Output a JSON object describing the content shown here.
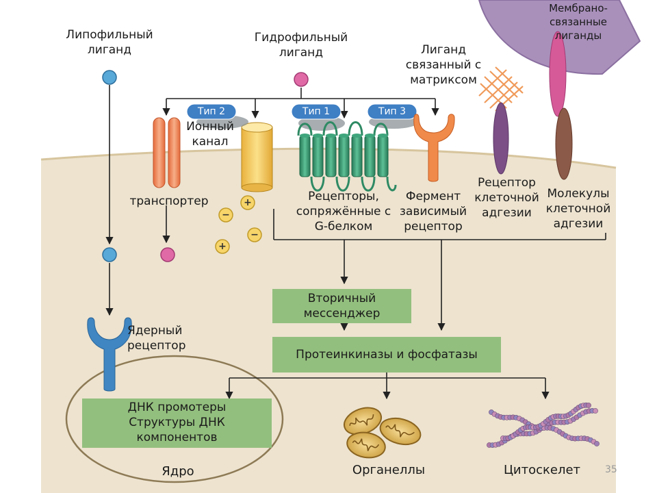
{
  "labels": {
    "lipophilic": "Липофильный\nлиганд",
    "hydrophilic": "Гидрофильный\nлиганд",
    "matrix_ligand": "Лиганд\nсвязанный с\nматриксом",
    "membrane_ligands": "Мембрано-\nсвязанные\nлиганды",
    "ion_channel": "Ионный\nканал",
    "transporter": "транспортер",
    "gpcr": "Рецепторы,\nсопряжённые с\nG-белком",
    "enzyme_receptor": "Фермент\nзависимый\nрецептор",
    "adhesion_receptor": "Рецептор\nклеточной\nадгезии",
    "adhesion_molecules": "Молекулы\nклеточной\nадгезии",
    "nuclear_receptor": "Ядерный\nрецептор",
    "nucleus": "Ядро",
    "organelles": "Органеллы",
    "cytoskeleton": "Цитоскелет"
  },
  "types": {
    "type2": "Тип 2",
    "type1": "Тип 1",
    "type3": "Тип 3"
  },
  "ions": {
    "plus1": "+",
    "minus1": "−",
    "minus2": "−",
    "plus2": "+"
  },
  "boxes": {
    "second_messenger": "Вторичный\nмессенджер",
    "kinases": "Протеинкиназы и фосфатазы",
    "dna": "ДНК промотеры\nСтруктуры ДНК\nкомпонентов"
  },
  "page_number": "35",
  "colors": {
    "cytoplasm": "#ede3cf",
    "membrane": "#d7c59e",
    "green_box": "#93bf7e",
    "pill": "#3f7fc4",
    "transporter": "#f0875e",
    "channel": "#f3c75a",
    "gpcr": "#3a9a72",
    "enzyme_receptor": "#f08a4a",
    "nuclear_receptor": "#3f86c2",
    "adhesion_receptor": "#7c4f86",
    "adhesion_molecule": "#8c5a48",
    "membrane_ligand": "#d65a98",
    "lipophilic_ligand": "#58a8d8",
    "hydrophilic_ligand": "#e06aa6",
    "neighbour_cell": "#a990bb"
  }
}
